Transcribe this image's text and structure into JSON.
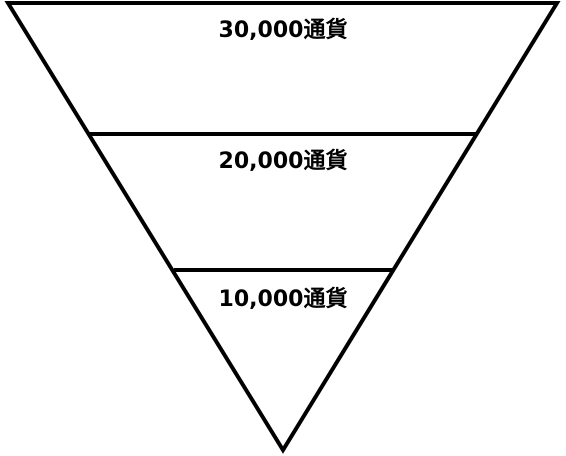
{
  "diagram": {
    "tiers": [
      {
        "label": "30,000通貨"
      },
      {
        "label": "20,000通貨"
      },
      {
        "label": "10,000通貨"
      }
    ],
    "stroke_color": "#000000",
    "fill_color": "#ffffff"
  }
}
